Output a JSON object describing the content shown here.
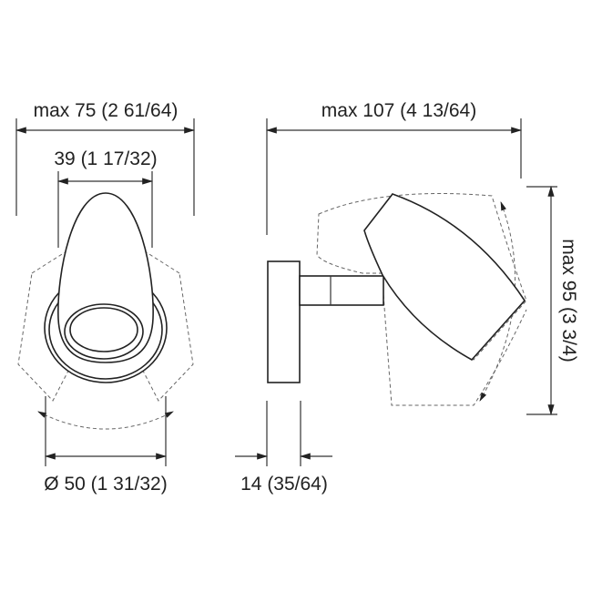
{
  "front_view": {
    "overall_width": "max 75 (2 61/64)",
    "head_width": "39 (1 17/32)",
    "base_diameter": "Ø 50 (1 31/32)"
  },
  "side_view": {
    "overall_depth": "max 107 (4 13/64)",
    "overall_height": "max 95 (3 3/4)",
    "plate_thickness": "14 (35/64)"
  }
}
